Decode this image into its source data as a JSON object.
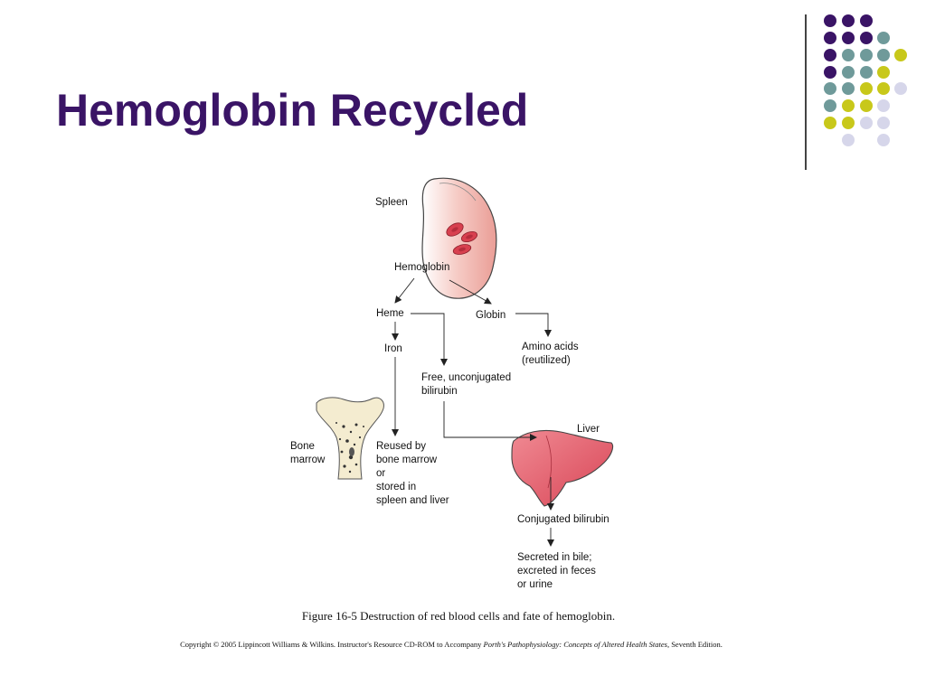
{
  "slide": {
    "title": "Hemoglobin Recycled",
    "theme_colors": {
      "title": "#3a1466",
      "dot_purple": "#3a1466",
      "dot_teal": "#6f9a9a",
      "dot_yellow": "#c8c81a",
      "dot_lavender": "#d6d6ea"
    }
  },
  "diagram": {
    "labels": {
      "spleen": "Spleen",
      "hemoglobin": "Hemoglobin",
      "heme": "Heme",
      "globin": "Globin",
      "iron": "Iron",
      "amino_acids": [
        "Amino acids",
        "(reutilized)"
      ],
      "free_bilirubin": [
        "Free, unconjugated",
        "bilirubin"
      ],
      "bone_marrow": [
        "Bone",
        "marrow"
      ],
      "reused": [
        "Reused by",
        "bone marrow",
        "or",
        "stored in",
        "spleen and liver"
      ],
      "liver": "Liver",
      "conjugated": "Conjugated bilirubin",
      "secreted": [
        "Secreted in bile;",
        "excreted in feces",
        "or urine"
      ]
    },
    "colors": {
      "spleen_fill": "#f0b4ae",
      "rbc": "#d8404f",
      "liver_fill": "#e8606c",
      "bone_fill": "#f4ecd0"
    }
  },
  "caption": "Figure 16-5 Destruction of red blood cells and fate of hemoglobin.",
  "copyright": {
    "prefix": "Copyright © 2005 Lippincott Williams & Wilkins.  Instructor's Resource CD-ROM to Accompany ",
    "book": "Porth's Pathophysiology: Concepts of Altered Health States,",
    "suffix": " Seventh Edition."
  }
}
